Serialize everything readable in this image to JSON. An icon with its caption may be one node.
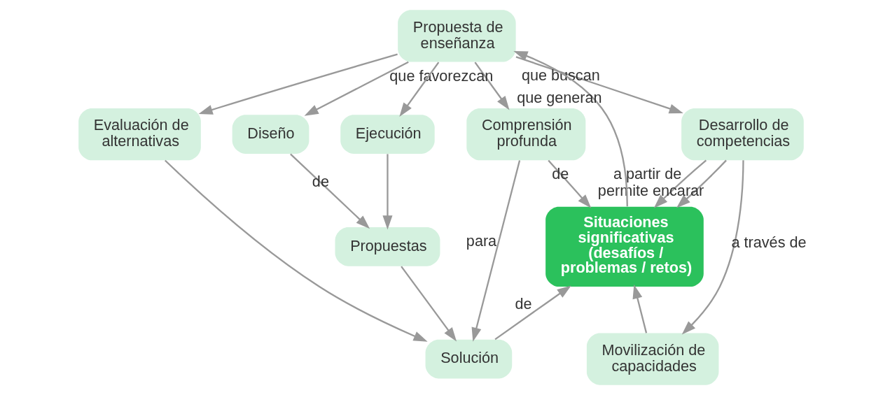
{
  "diagram": {
    "nodes": [
      {
        "text": [
          "Propuesta de enseñanza"
        ]
      },
      {
        "text": [
          "Comprensión profunda"
        ]
      },
      {
        "text": [
          "Evaluación de alternativas"
        ]
      },
      {
        "text": [
          "Diseño"
        ]
      },
      {
        "text": [
          "Ejecución"
        ]
      },
      {
        "text": [
          "Desarrollo de competencias"
        ]
      },
      {
        "text": [
          "Situaciones significativas (desafíos / problemas / retos)"
        ]
      },
      {
        "text": [
          "Propuestas"
        ]
      },
      {
        "text": [
          "Movilización de capacidades"
        ]
      },
      {
        "text": [
          "Solución"
        ]
      }
    ],
    "edges": [
      {
        "from": 0,
        "to": 5,
        "arrow": "to",
        "label": "que buscan"
      },
      {
        "from": 0,
        "to": 1,
        "arrow": "to",
        "label": "que favorezcan"
      },
      {
        "from": 0,
        "to": 2,
        "arrow": "to"
      },
      {
        "from": 0,
        "to": 3,
        "arrow": "to"
      },
      {
        "from": 0,
        "to": 4,
        "arrow": "to"
      },
      {
        "from": 5,
        "to": 6,
        "arrow": "to",
        "label": "a partir de"
      },
      {
        "from": 6,
        "to": 0,
        "arrow": "to",
        "label": "que generan"
      },
      {
        "from": 1,
        "to": 6,
        "arrow": "to",
        "label": "de"
      },
      {
        "from": 5,
        "to": 6,
        "arrow": "to",
        "label": "permite encarar"
      },
      {
        "from": 8,
        "to": 6,
        "arrow": "to"
      },
      {
        "from": 5,
        "to": 8,
        "arrow": "to",
        "label": "a través de"
      },
      {
        "from": 9,
        "to": 6,
        "arrow": "to",
        "label": "de"
      },
      {
        "from": 3,
        "to": 7,
        "arrow": "to",
        "label": "de"
      },
      {
        "from": 4,
        "to": 7,
        "arrow": "to"
      },
      {
        "from": 1,
        "to": 9,
        "arrow": "to",
        "label": "para"
      },
      {
        "from": 2,
        "to": 9,
        "arrow": "to"
      },
      {
        "from": 7,
        "to": 9,
        "arrow": "to"
      }
    ]
  }
}
